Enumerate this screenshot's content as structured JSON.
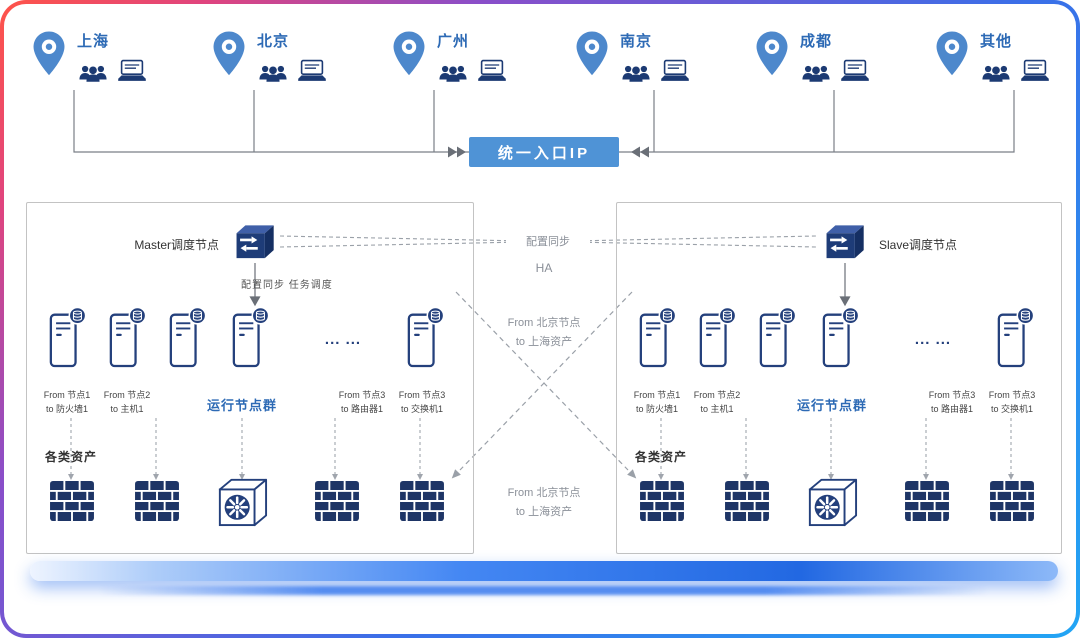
{
  "colors": {
    "accent_blue": "#2d6ab5",
    "navy": "#1e3c78",
    "entry_box_bg": "#4f93d6",
    "brick_navy": "#1e3566",
    "line_gray": "#9aa0a8",
    "platform_blue": "#2268e2"
  },
  "icons": {
    "map_pin": "map-pin-icon",
    "users": "users-icon",
    "laptop": "laptop-icon",
    "switch": "network-switch-icon",
    "server": "server-node-icon",
    "firewall": "firewall-brick-icon",
    "hub": "hub-device-icon"
  },
  "locations": [
    {
      "label": "上海"
    },
    {
      "label": "北京"
    },
    {
      "label": "广州"
    },
    {
      "label": "南京"
    },
    {
      "label": "成都"
    },
    {
      "label": "其他"
    }
  ],
  "entry": {
    "label": "统一入口IP"
  },
  "center": {
    "config_sync": "配置同步",
    "ha": "HA",
    "flow_top": "From 北京节点\nto 上海资产",
    "flow_bottom": "From 北京节点\nto 上海资产"
  },
  "panels": [
    {
      "node_label": "Master调度节点",
      "sync_task_label": "配置同步 任务调度",
      "cluster_label": "运行节点群",
      "dots": "... ...",
      "assets_label": "各类资产",
      "server_labels": [
        "From 节点1\nto 防火墙1",
        "From 节点2\nto 主机1",
        "From 节点3\nto 路由器1",
        "From 节点3\nto 交换机1"
      ]
    },
    {
      "node_label": "Slave调度节点",
      "cluster_label": "运行节点群",
      "dots": "... ...",
      "assets_label": "各类资产",
      "server_labels": [
        "From 节点1\nto 防火墙1",
        "From 节点2\nto 主机1",
        "From 节点3\nto 路由器1",
        "From 节点3\nto 交换机1"
      ]
    }
  ]
}
